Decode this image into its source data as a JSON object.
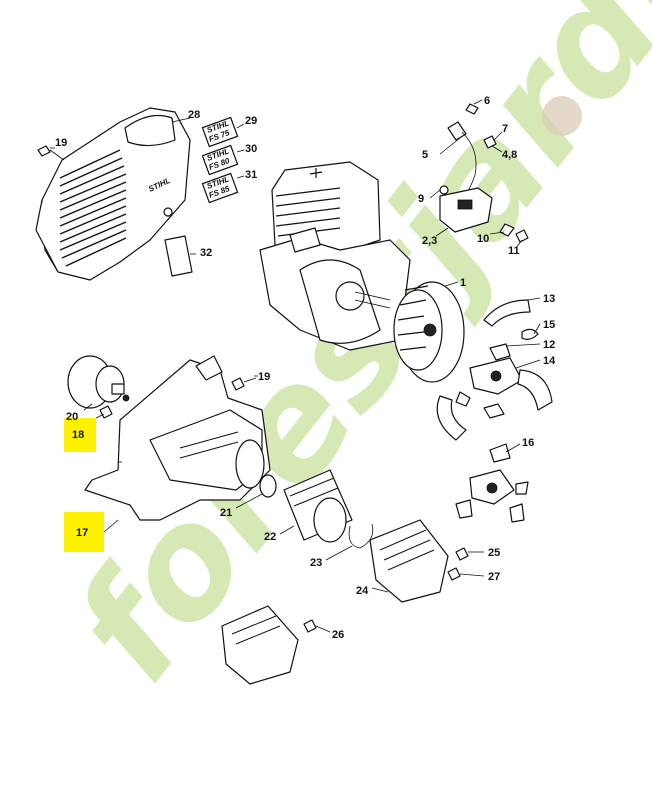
{
  "watermark": {
    "text": "forestjardin.com",
    "color_green": "#cfe6a8",
    "color_brown": "#d9c9b0"
  },
  "highlight_color": "#fff200",
  "highlighted_labels": [
    "18",
    "17"
  ],
  "stickers": [
    {
      "brand": "STIHL",
      "model": "FS 75"
    },
    {
      "brand": "STIHL",
      "model": "FS 80"
    },
    {
      "brand": "STIHL",
      "model": "FS 85"
    }
  ],
  "cover_brand": "STIHL",
  "labels": {
    "l1": "1",
    "l2_3": "2,3",
    "l5": "5",
    "l6": "6",
    "l7": "7",
    "l4_8": "4,8",
    "l9": "9",
    "l10": "10",
    "l11": "11",
    "l12": "12",
    "l13": "13",
    "l14": "14",
    "l15": "15",
    "l16": "16",
    "l17": "17",
    "l18": "18",
    "l19a": "19",
    "l19b": "19",
    "l20": "20",
    "l21": "21",
    "l22": "22",
    "l23": "23",
    "l24": "24",
    "l25": "25",
    "l26": "26",
    "l27": "27",
    "l28": "28",
    "l29": "29",
    "l30": "30",
    "l31": "31",
    "l32": "32"
  }
}
